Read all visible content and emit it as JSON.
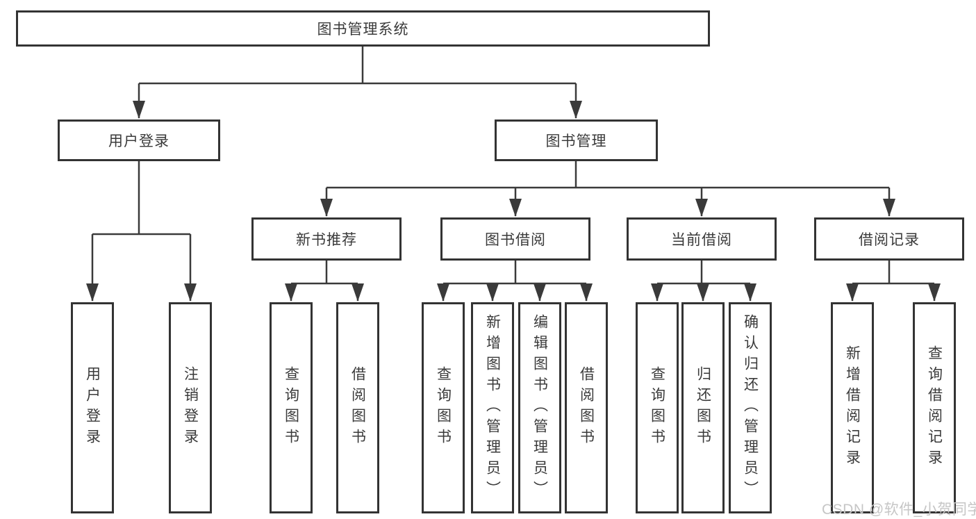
{
  "tree": {
    "root": "图书管理系统",
    "branches": [
      {
        "label": "用户登录",
        "children": [
          "用户登录",
          "注销登录"
        ]
      },
      {
        "label": "图书管理",
        "groups": [
          {
            "label": "新书推荐",
            "children": [
              "查询图书",
              "借阅图书"
            ]
          },
          {
            "label": "图书借阅",
            "children": [
              "查询图书",
              "新增图书（管理员）",
              "编辑图书（管理员）",
              "借阅图书"
            ]
          },
          {
            "label": "当前借阅",
            "children": [
              "查询图书",
              "归还图书",
              "确认归还（管理员）"
            ]
          },
          {
            "label": "借阅记录",
            "children": [
              "新增借阅记录",
              "查询借阅记录"
            ]
          }
        ]
      }
    ]
  },
  "watermark": "CSDN @软件_小贺同学",
  "colors": {
    "line": "#3a3a3a",
    "border": "#333333",
    "text": "#3a3a3a",
    "background": "#ffffff",
    "watermark": "#c6c6c6"
  }
}
